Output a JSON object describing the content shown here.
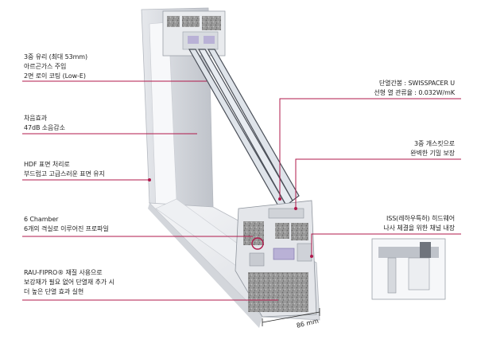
{
  "colors": {
    "accent_line": "#b0194b",
    "frame_face": "#eef0f3",
    "frame_shadow": "#c9ccd2",
    "insulation": "#8f8f8f",
    "glass_edge": "#4a4f58"
  },
  "annotations": {
    "glass": "3중 유리 (최대 53mm)\n아르곤가스 주입\n2면 로이 코팅 (Low-E)",
    "sound": "차음효과\n47dB 소음감소",
    "hdf": "HDF 표면 처리로\n부드럽고 고급스러운 표면 유지",
    "chamber": "6 Chamber\n6개의 격실로 이루어진 프로파일",
    "fipro": "RAU-FIPRO® 재질 사용으로\n보강재가 필요 없어 단열재 추가 시\n더 높은 단열 효과 실현",
    "spacer": "단열간봉 : SWISSPACER U\n선형 열 관류율 : 0.032W/mK",
    "gasket": "3중 개스킷으로\n완벽한 기밀 보장",
    "iss": "ISS(레하우특허) 히드웨어\n나사 체결을 위한 채널 내장"
  },
  "dimension_label": "86 mm"
}
